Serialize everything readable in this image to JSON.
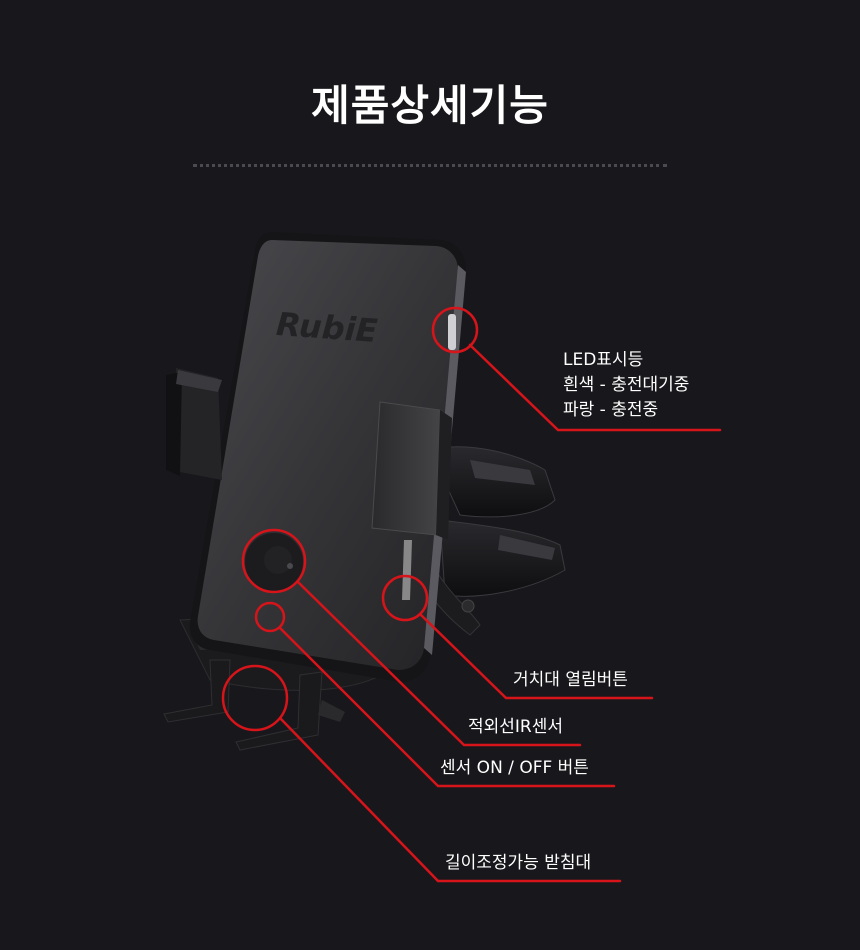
{
  "title": "제품상세기능",
  "brand_logo": "RubiE",
  "colors": {
    "background": "#18181c",
    "accent_red": "#d6141a",
    "text": "#ffffff",
    "divider": "#4a4a50"
  },
  "callouts": {
    "led": {
      "line1": "LED표시등",
      "line2": "흰색 - 충전대기중",
      "line3": "파랑 - 충전중"
    },
    "release_button": "거치대 열림버튼",
    "ir_sensor": "적외선IR센서",
    "sensor_button": "센서 ON / OFF 버튼",
    "stand": "길이조정가능 받침대"
  }
}
